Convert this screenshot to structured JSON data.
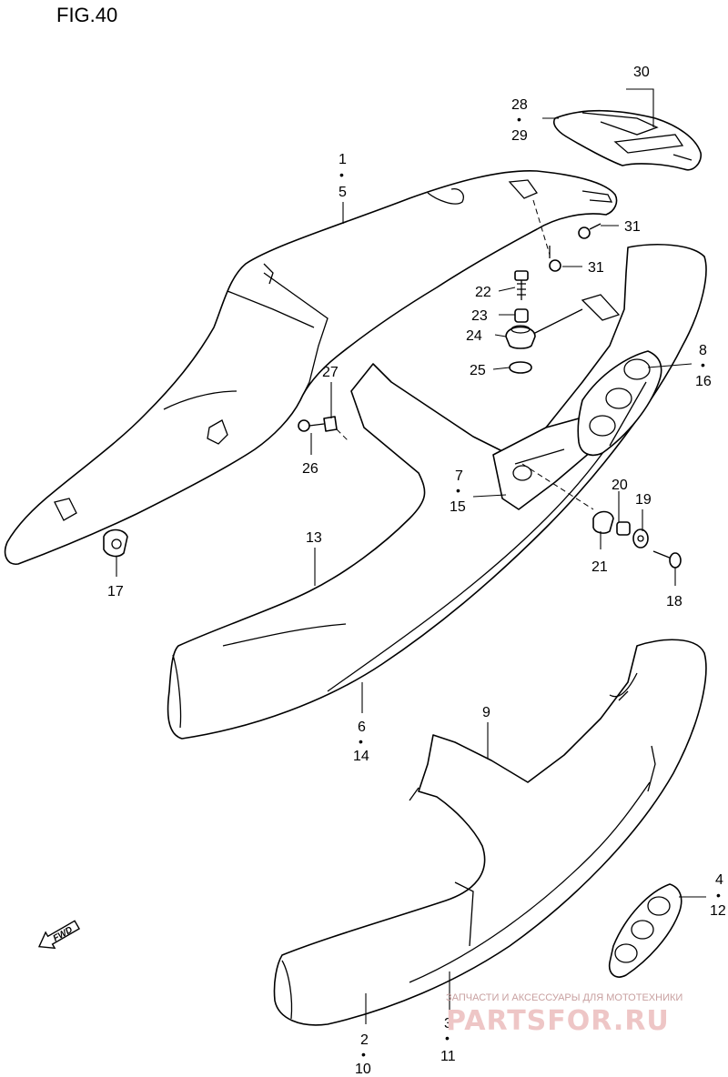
{
  "figure": {
    "title": "FIG.40"
  },
  "callouts": [
    {
      "id": "c1-5",
      "top": "1",
      "bottom": "5"
    },
    {
      "id": "c28-29",
      "top": "28",
      "bottom": "29"
    },
    {
      "id": "c30",
      "single": "30"
    },
    {
      "id": "c31a",
      "single": "31"
    },
    {
      "id": "c31b",
      "single": "31"
    },
    {
      "id": "c22",
      "single": "22"
    },
    {
      "id": "c23",
      "single": "23"
    },
    {
      "id": "c24",
      "single": "24"
    },
    {
      "id": "c25",
      "single": "25"
    },
    {
      "id": "c8-16",
      "top": "8",
      "bottom": "16"
    },
    {
      "id": "c27",
      "single": "27"
    },
    {
      "id": "c26",
      "single": "26"
    },
    {
      "id": "c7-15",
      "top": "7",
      "bottom": "15"
    },
    {
      "id": "c20",
      "single": "20"
    },
    {
      "id": "c19",
      "single": "19"
    },
    {
      "id": "c21",
      "single": "21"
    },
    {
      "id": "c18",
      "single": "18"
    },
    {
      "id": "c13",
      "single": "13"
    },
    {
      "id": "c17",
      "single": "17"
    },
    {
      "id": "c6-14",
      "top": "6",
      "bottom": "14"
    },
    {
      "id": "c9",
      "single": "9"
    },
    {
      "id": "c4-12",
      "top": "4",
      "bottom": "12"
    },
    {
      "id": "c2-10",
      "top": "2",
      "bottom": "10"
    },
    {
      "id": "c3-11",
      "top": "3",
      "bottom": "11"
    }
  ],
  "separator": "•",
  "direction_badge": {
    "label": "FWD"
  },
  "watermark": {
    "tagline": "ЗАПЧАСТИ И АКСЕССУАРЫ ДЛЯ МОТОТЕХНИКИ",
    "brand": "PARTSFOR.RU",
    "color": "#eec6c6"
  }
}
